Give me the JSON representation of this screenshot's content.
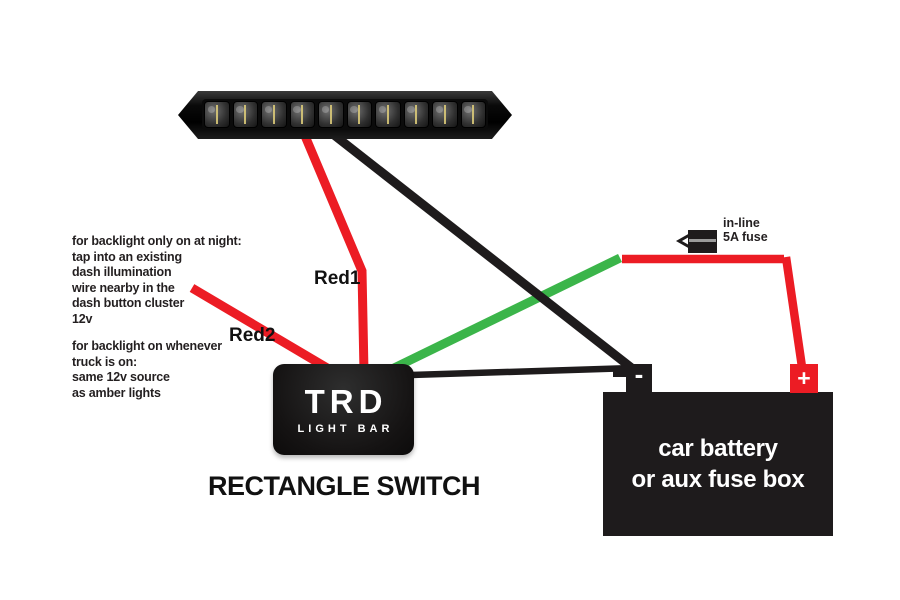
{
  "colors": {
    "red": "#ec1c24",
    "green": "#3bb54a",
    "black": "#1e1b1c",
    "white": "#ffffff",
    "fuse_slit_gray": "#9b9b9b",
    "led_yellow": "#d8c878"
  },
  "light_bar": {
    "led_count": 10
  },
  "notes": {
    "night": {
      "lines": [
        "for backlight only on at night:",
        "tap into an existing",
        "dash illumination",
        "wire nearby in the",
        "dash button cluster",
        "12v"
      ]
    },
    "always": {
      "lines": [
        "for backlight on whenever",
        "truck is on:",
        "same 12v source",
        "as amber lights"
      ]
    }
  },
  "labels": {
    "red1": "Red1",
    "red2": "Red2",
    "fuse_line1": "in-line",
    "fuse_line2": "5A fuse"
  },
  "switch": {
    "logo": "TRD",
    "logo_sub": "LIGHT BAR",
    "caption": "RECTANGLE SWITCH"
  },
  "battery": {
    "line1": "car battery",
    "line2": "or aux fuse box",
    "negative_label": "-",
    "positive_label": "+"
  }
}
